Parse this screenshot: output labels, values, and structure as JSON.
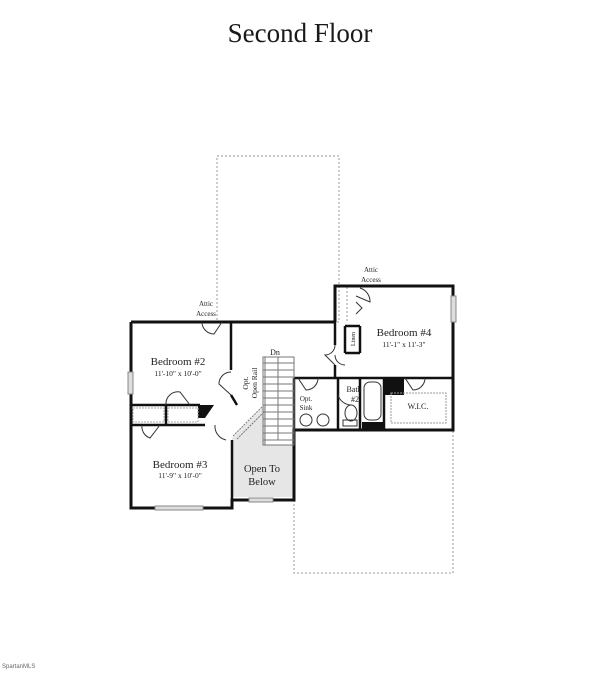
{
  "title": "Second Floor",
  "rooms": {
    "bedroom2": {
      "name": "Bedroom #2",
      "dims": "11'-10\" x 10'-0\""
    },
    "bedroom3": {
      "name": "Bedroom #3",
      "dims": "11'-9\" x 10'-0\""
    },
    "bedroom4": {
      "name": "Bedroom #4",
      "dims": "11'-1\" x 11'-3\""
    },
    "bath2": {
      "line1": "Bath",
      "line2": "#2"
    },
    "wic": "W.I.C.",
    "open_below": {
      "line1": "Open To",
      "line2": "Below"
    },
    "linen": "Linen"
  },
  "labels": {
    "attic_access_1": {
      "line1": "Attic",
      "line2": "Access"
    },
    "attic_access_2": {
      "line1": "Attic",
      "line2": "Access"
    },
    "stairs_dn": "Dn",
    "open_rail": {
      "line1": "Opt.",
      "line2": "Open Rail"
    },
    "opt_sink": {
      "line1": "Opt.",
      "line2": "Sink"
    }
  },
  "watermark": "SpartanMLS"
}
